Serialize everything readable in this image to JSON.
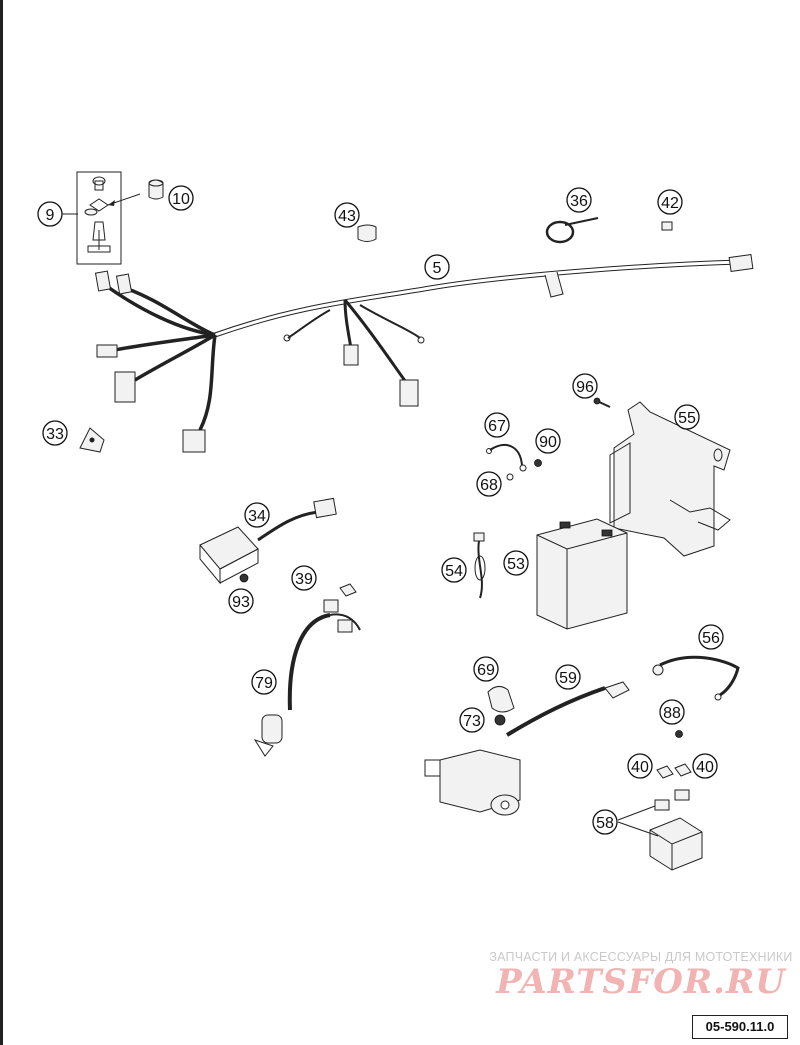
{
  "diagram": {
    "callouts": {
      "c9": "9",
      "c10": "10",
      "c43": "43",
      "c5": "5",
      "c36": "36",
      "c42": "42",
      "c33": "33",
      "c96": "96",
      "c55": "55",
      "c67": "67",
      "c90": "90",
      "c68": "68",
      "c34": "34",
      "c93": "93",
      "c39": "39",
      "c54": "54",
      "c53": "53",
      "c79": "79",
      "c56": "56",
      "c69": "69",
      "c59": "59",
      "c73": "73",
      "c88": "88",
      "c40a": "40",
      "c40b": "40",
      "c58": "58"
    }
  },
  "watermark": {
    "subtitle": "ЗАПЧАСТИ И АКСЕССУАРЫ ДЛЯ МОТОТЕХНИКИ",
    "brand": "PARTSFOR.RU",
    "brand_color": "#e87b7b"
  },
  "drawing_code": "05-590.11.0"
}
